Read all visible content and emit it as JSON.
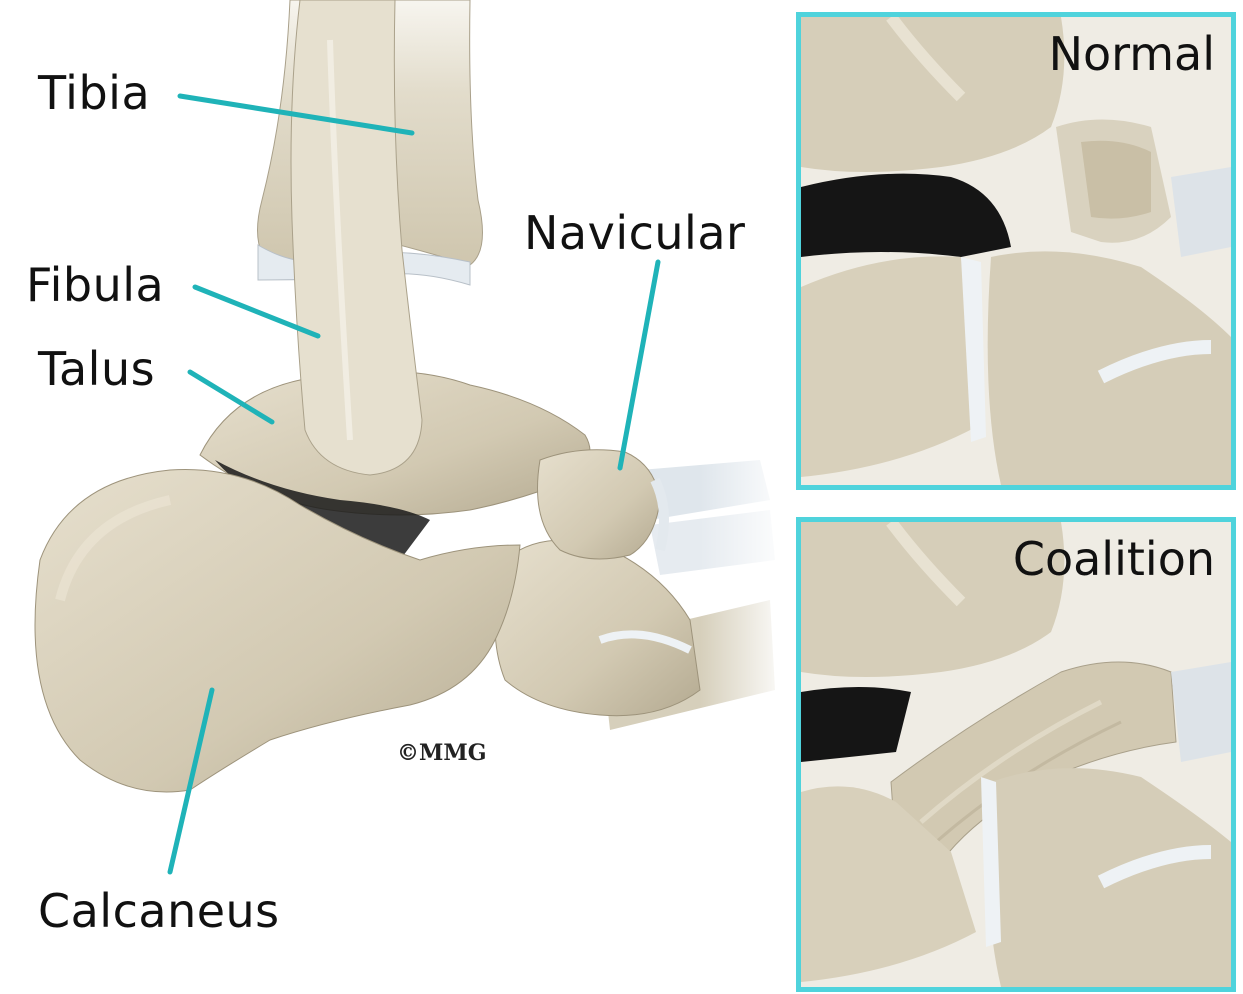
{
  "labels": {
    "tibia": "Tibia",
    "fibula": "Fibula",
    "talus": "Talus",
    "navicular": "Navicular",
    "calcaneus": "Calcaneus"
  },
  "copyright": "©MMG",
  "insets": {
    "normal": {
      "title": "Normal"
    },
    "coalition": {
      "title": "Coalition"
    }
  },
  "colors": {
    "bone": "#d9d2bf",
    "bone_shadow": "#b8ae96",
    "cartilage": "#e9eef2",
    "leader": "#1fb3b8",
    "inset_border": "#4fd3dc",
    "dark_gap": "#1a1a1a"
  }
}
